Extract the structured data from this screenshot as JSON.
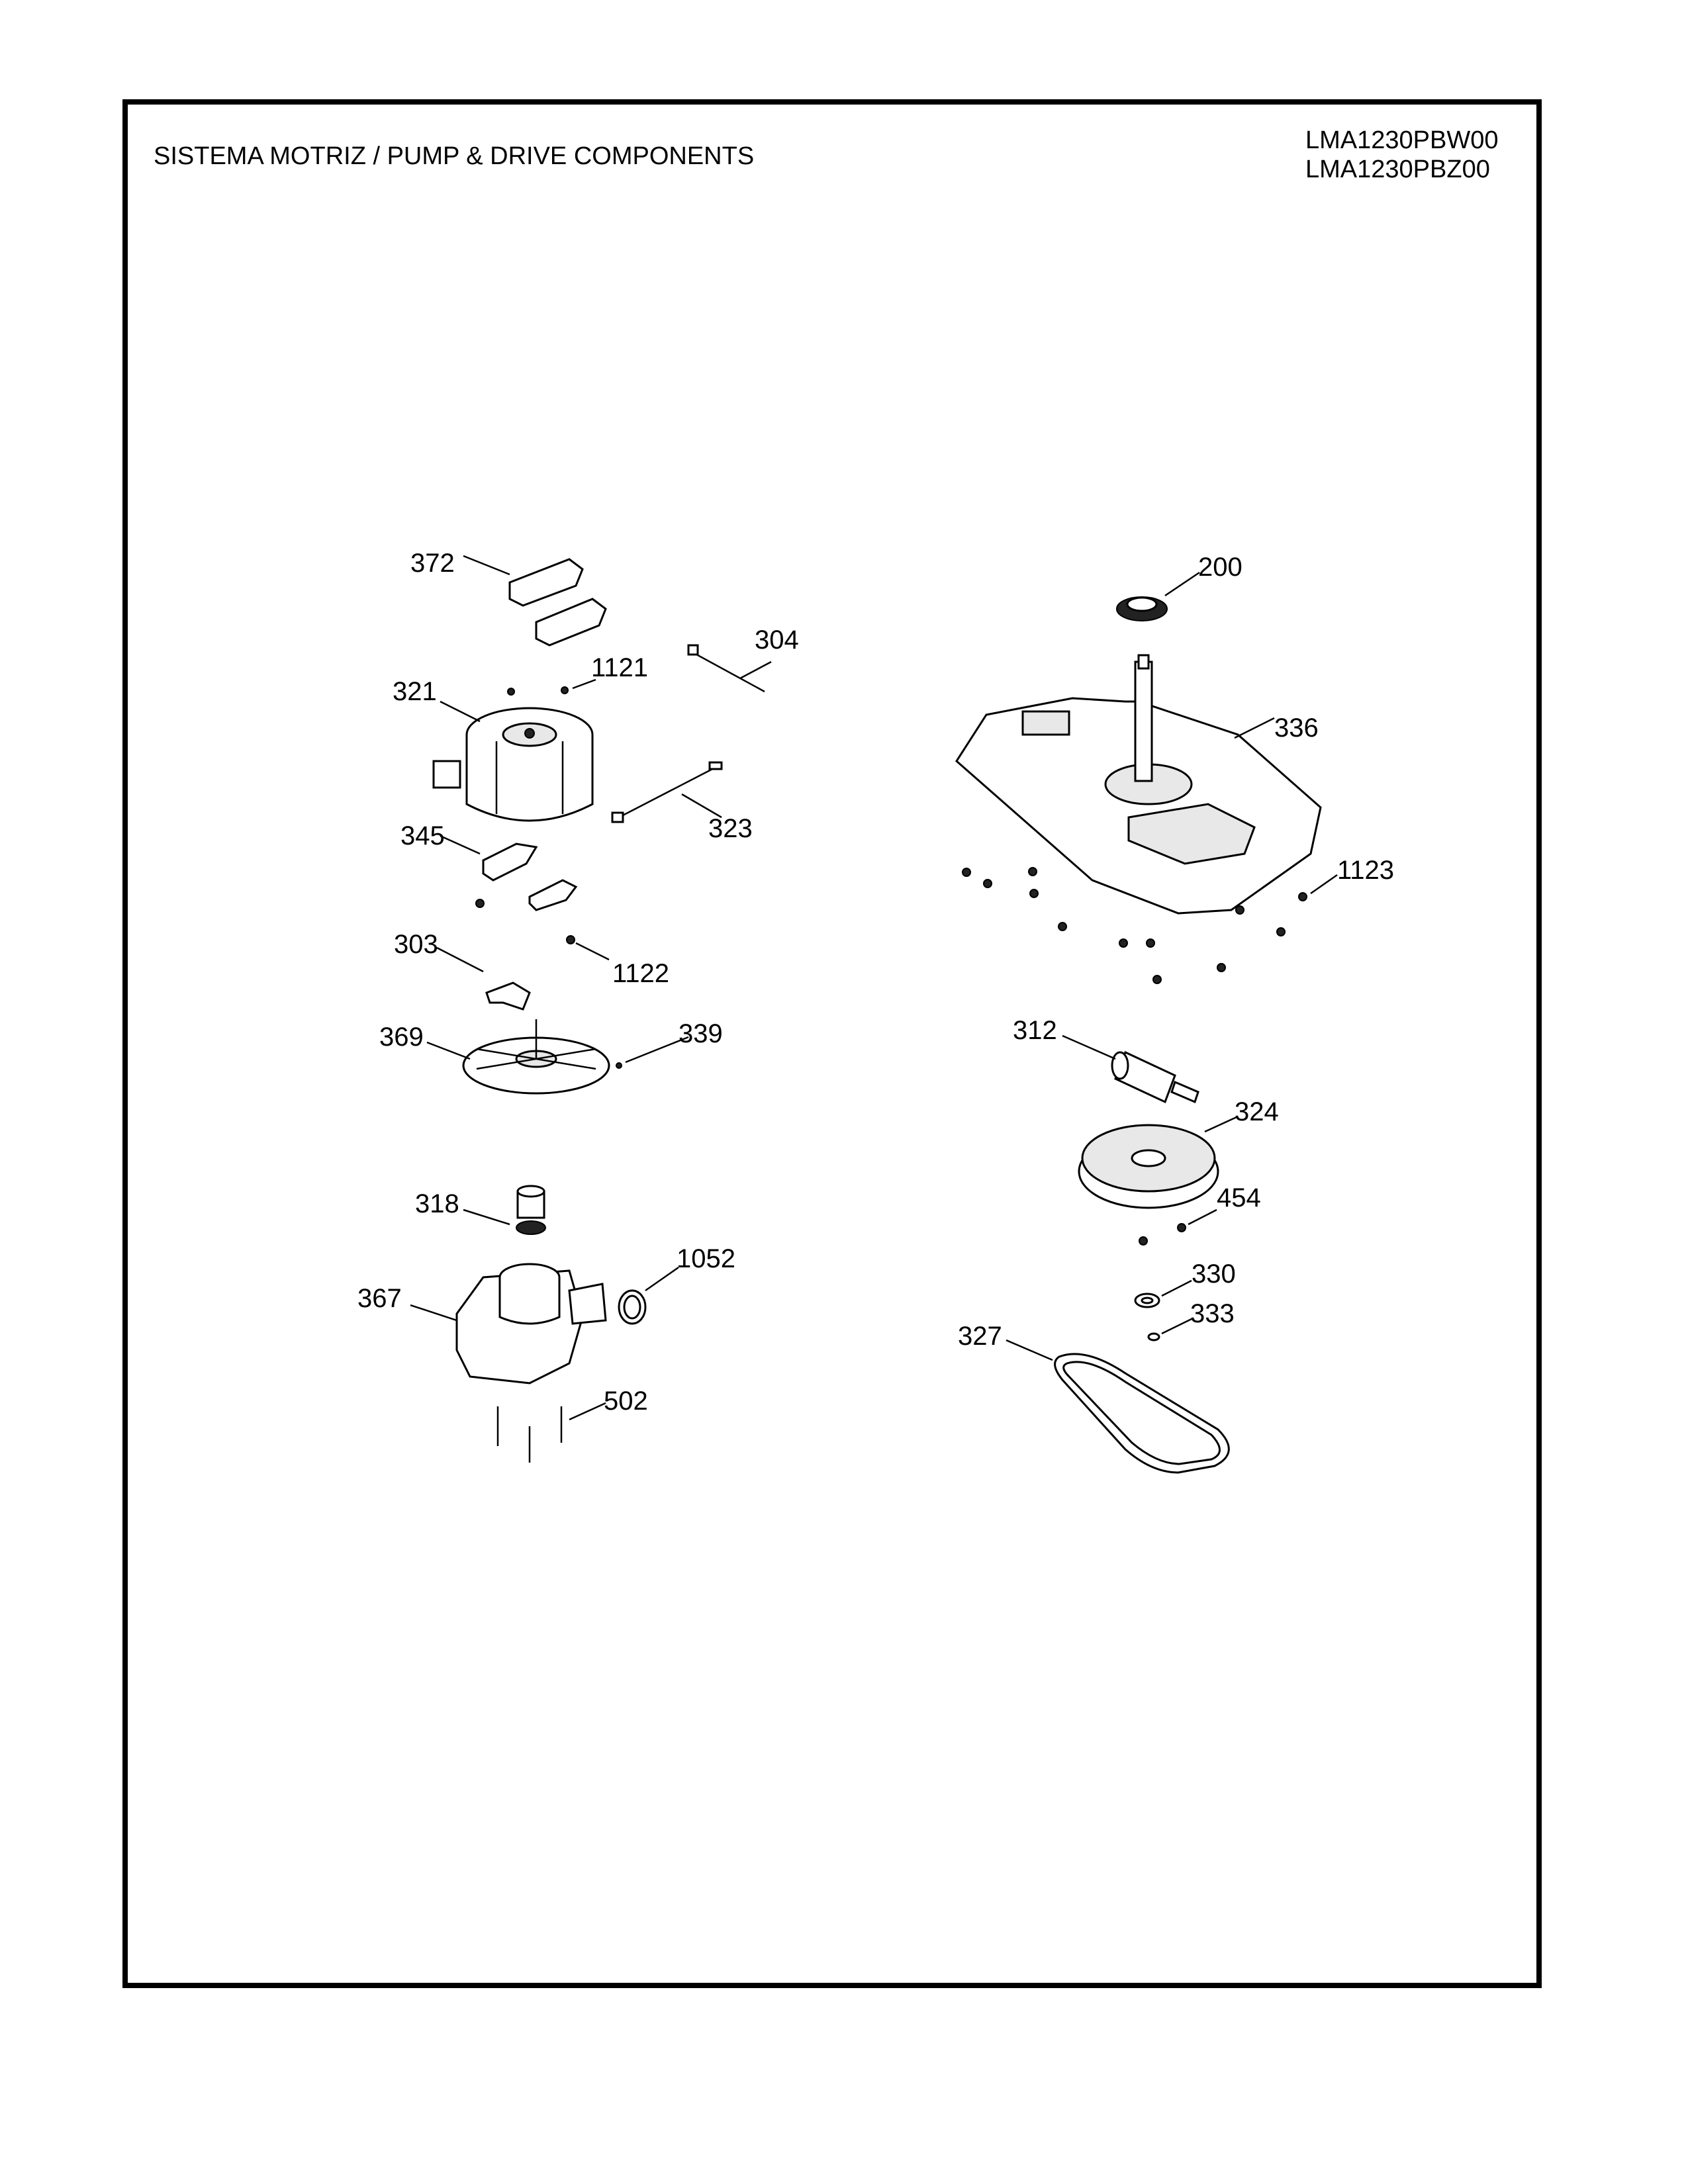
{
  "header": {
    "title": "SISTEMA MOTRIZ / PUMP  &  DRIVE COMPONENTS",
    "models": [
      "LMA1230PBW00",
      "LMA1230PBZ00"
    ]
  },
  "callouts": {
    "c372": "372",
    "c304": "304",
    "c1121": "1121",
    "c321": "321",
    "c323": "323",
    "c345": "345",
    "c303": "303",
    "c1122": "1122",
    "c369": "369",
    "c339": "339",
    "c318": "318",
    "c1052": "1052",
    "c367": "367",
    "c502": "502",
    "c200": "200",
    "c336": "336",
    "c1123": "1123",
    "c312": "312",
    "c324": "324",
    "c454": "454",
    "c330": "330",
    "c333": "333",
    "c327": "327"
  }
}
